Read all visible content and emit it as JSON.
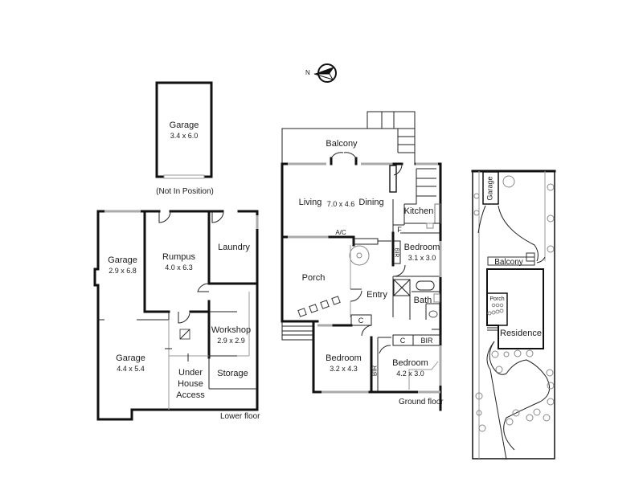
{
  "compass": {
    "north_label": "N"
  },
  "detached_garage": {
    "name": "Garage",
    "dim": "3.4 x 6.0",
    "note": "(Not In Position)"
  },
  "lower_floor": {
    "title": "Lower floor",
    "rooms": [
      {
        "name": "Garage",
        "dim": "2.9 x 6.8"
      },
      {
        "name": "Rumpus",
        "dim": "4.0 x 6.3"
      },
      {
        "name": "Laundry",
        "dim": ""
      },
      {
        "name": "Workshop",
        "dim": "2.9 x 2.9"
      },
      {
        "name": "Garage",
        "dim": "4.4 x 5.4"
      },
      {
        "name": "Storage",
        "dim": ""
      },
      {
        "name": "Under House Access",
        "lines": [
          "Under",
          "House",
          "Access"
        ]
      }
    ]
  },
  "ground_floor": {
    "title": "Ground floor",
    "rooms": [
      {
        "name": "Balcony"
      },
      {
        "name": "Living"
      },
      {
        "name": "Living/Dining dim",
        "dim": "7.0 x 4.6"
      },
      {
        "name": "Dining"
      },
      {
        "name": "Kitchen"
      },
      {
        "name": "Bedroom",
        "dim": "3.1 x 3.0"
      },
      {
        "name": "Porch"
      },
      {
        "name": "Entry"
      },
      {
        "name": "Bath"
      },
      {
        "name": "Bedroom",
        "dim": "3.2 x 4.3"
      },
      {
        "name": "Bedroom",
        "dim": "4.2 x 3.0"
      }
    ],
    "fixtures": {
      "ac": "A/C",
      "fridge": "F",
      "bir": "BIR",
      "cupboard": "C"
    }
  },
  "site_plan": {
    "labels": {
      "garage": "Garage",
      "balcony": "Balcony",
      "porch": "Porch",
      "residence": "Residence"
    }
  }
}
